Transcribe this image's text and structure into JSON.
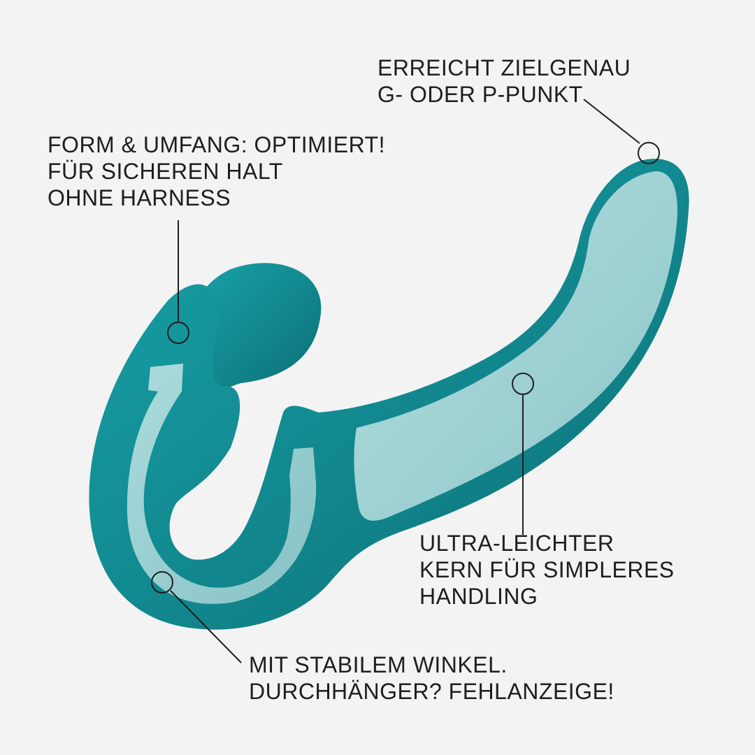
{
  "colors": {
    "background": "#f3f3f3",
    "body_dark": "#0e7a80",
    "body_mid": "#13959c",
    "core_light": "#9fd2d4",
    "line": "#1e1e1e"
  },
  "callouts": [
    {
      "lines": [
        "ERREICHT ZIELGENAU",
        "G- ODER P-PUNKT"
      ]
    },
    {
      "lines": [
        "FORM & UMFANG: OPTIMIERT!",
        "FÜR SICHEREN HALT",
        "OHNE HARNESS"
      ]
    },
    {
      "lines": [
        "ULTRA-LEICHTER",
        "KERN FÜR SIMPLERES",
        "HANDLING"
      ]
    },
    {
      "lines": [
        "MIT STABILEM WINKEL.",
        "DURCHHÄNGER? FEHLANZEIGE!"
      ]
    }
  ]
}
